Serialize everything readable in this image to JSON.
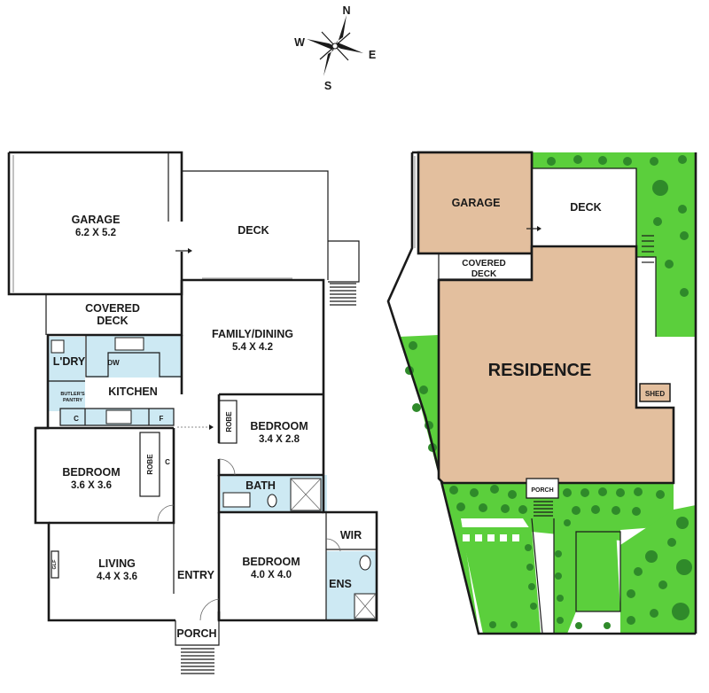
{
  "compass": {
    "n": "N",
    "s": "S",
    "e": "E",
    "w": "W"
  },
  "floor_plan": {
    "garage": {
      "label": "GARAGE",
      "dims": "6.2 X 5.2"
    },
    "deck": {
      "label": "DECK"
    },
    "covered_deck": {
      "line1": "COVERED",
      "line2": "DECK"
    },
    "family_dining": {
      "label": "FAMILY/DINING",
      "dims": "5.4 X 4.2"
    },
    "laundry": {
      "label": "L'DRY"
    },
    "dishwasher": {
      "label": "DW"
    },
    "kitchen": {
      "label": "KITCHEN"
    },
    "butlers_pantry": {
      "line1": "BUTLER'S",
      "line2": "PANTRY"
    },
    "cupboard_kitchen": {
      "label": "C"
    },
    "fridge": {
      "label": "F"
    },
    "bedroom_2": {
      "label": "BEDROOM",
      "dims": "3.4 X 2.8"
    },
    "robe_2": {
      "label": "ROBE"
    },
    "bedroom_1": {
      "label": "BEDROOM",
      "dims": "3.6 X 3.6"
    },
    "robe_1": {
      "label": "ROBE"
    },
    "cupboard_bed1": {
      "label": "C"
    },
    "bath": {
      "label": "BATH"
    },
    "living": {
      "label": "LIVING",
      "dims": "4.4 X 3.6"
    },
    "gas_log_fire": {
      "label": "GLF"
    },
    "entry": {
      "label": "ENTRY"
    },
    "bedroom_3": {
      "label": "BEDROOM",
      "dims": "4.0 X 4.0"
    },
    "wir": {
      "label": "WIR"
    },
    "ensuite": {
      "label": "ENS"
    },
    "porch": {
      "label": "PORCH"
    }
  },
  "site_plan": {
    "garage": {
      "label": "GARAGE"
    },
    "deck": {
      "label": "DECK"
    },
    "covered_deck": {
      "line1": "COVERED",
      "line2": "DECK"
    },
    "residence": {
      "label": "RESIDENCE"
    },
    "shed": {
      "label": "SHED"
    },
    "porch": {
      "label": "PORCH"
    }
  },
  "colors": {
    "residence": "#e3bf9e",
    "garden": "#5bcf3c",
    "trees": "#2f8a2a",
    "wet_areas": "#cde9f3"
  }
}
